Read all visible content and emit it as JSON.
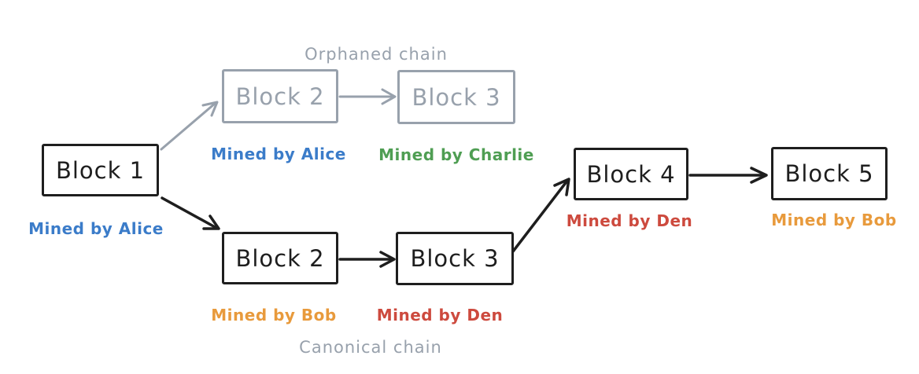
{
  "colors": {
    "ink": "#1e1e1e",
    "gray": "#98a1ac",
    "blue": "#3b7cc9",
    "green": "#4f9e53",
    "orange": "#e89a3c",
    "red": "#cd4a3e",
    "background": "#ffffff"
  },
  "diagram": {
    "orphaned_chain_label": "Orphaned chain",
    "canonical_chain_label": "Canonical chain",
    "blocks": {
      "block1": {
        "label": "Block 1",
        "miner": "Mined by Alice",
        "miner_color": "#3b7cc9"
      },
      "orphan_block2": {
        "label": "Block 2",
        "miner": "Mined by Alice",
        "miner_color": "#3b7cc9"
      },
      "orphan_block3": {
        "label": "Block 3",
        "miner": "Mined by Charlie",
        "miner_color": "#4f9e53"
      },
      "canon_block2": {
        "label": "Block 2",
        "miner": "Mined by Bob",
        "miner_color": "#e89a3c"
      },
      "canon_block3": {
        "label": "Block 3",
        "miner": "Mined by Den",
        "miner_color": "#cd4a3e"
      },
      "block4": {
        "label": "Block 4",
        "miner": "Mined by Den",
        "miner_color": "#cd4a3e"
      },
      "block5": {
        "label": "Block 5",
        "miner": "Mined by Bob",
        "miner_color": "#e89a3c"
      }
    }
  }
}
